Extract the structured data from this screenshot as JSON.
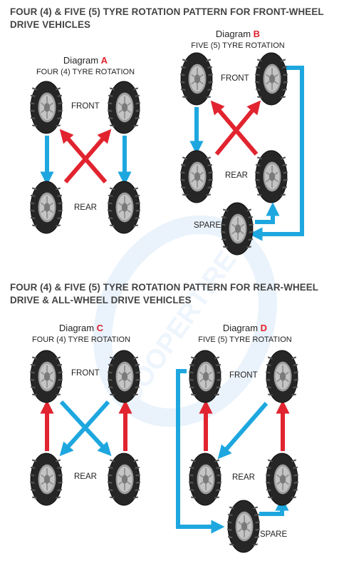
{
  "sections": [
    {
      "title": "FOUR (4) & FIVE (5) TYRE ROTATION PATTERN FOR FRONT-WHEEL DRIVE VEHICLES"
    },
    {
      "title": "FOUR (4) & FIVE (5) TYRE ROTATION PATTERN FOR REAR-WHEEL DRIVE & ALL-WHEEL DRIVE VEHICLES"
    }
  ],
  "diagrams": {
    "a": {
      "prefix": "Diagram ",
      "letter": "A",
      "subtitle": "FOUR (4) TYRE ROTATION",
      "letter_color": "#e0202b"
    },
    "b": {
      "prefix": "Diagram ",
      "letter": "B",
      "subtitle": "FIVE (5) TYRE ROTATION",
      "letter_color": "#e0202b"
    },
    "c": {
      "prefix": "Diagram ",
      "letter": "C",
      "subtitle": "FOUR (4) TYRE ROTATION",
      "letter_color": "#e0202b"
    },
    "d": {
      "prefix": "Diagram ",
      "letter": "D",
      "subtitle": "FIVE (5) TYRE ROTATION",
      "letter_color": "#e0202b"
    }
  },
  "labels": {
    "front": "FRONT",
    "rear": "REAR",
    "spare": "SPARE"
  },
  "watermark": "COOPERTIRES",
  "colors": {
    "blue_arrow": "#1ea7df",
    "red_arrow": "#e1242f",
    "tire": "#262626",
    "rim": "#b8b8b8"
  }
}
